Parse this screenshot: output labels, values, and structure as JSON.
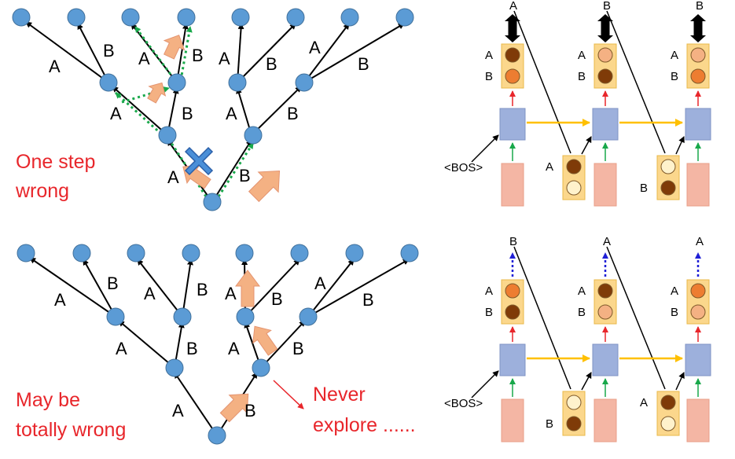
{
  "colors": {
    "node": "#5b9bd5",
    "node_stroke": "#41719c",
    "green_path": "#18a84a",
    "salmon_arrow": "#f4b183",
    "salmon_arrow_stroke": "#e49470",
    "red": "#e8262b",
    "yellow_box": "#fbd78c",
    "dark_prob": "#7f3b08",
    "orange_prob": "#ed7d31",
    "light_prob": "#f4b183",
    "pale_prob": "#fff2cc",
    "rnn_cell": "#9db0dc",
    "input_box": "#f4b6a4",
    "yellow_arrow": "#ffc000",
    "blue_dotted": "#1f1fd6"
  },
  "top_tree": {
    "annotation_lines": [
      "One step",
      "wrong"
    ],
    "cross_icon": "x-mark-icon"
  },
  "bottom_tree": {
    "annotation_lines": [
      "May be",
      "totally wrong"
    ],
    "never_explore": [
      "Never",
      "explore ......"
    ]
  },
  "edge_labels": {
    "a": "A",
    "b": "B"
  },
  "bos": "<BOS>",
  "top_rnn": {
    "output_tokens": [
      "A",
      "B",
      "B"
    ],
    "input_tokens": [
      "A",
      "B"
    ],
    "step_probs": [
      {
        "A": "dark",
        "B": "orange"
      },
      {
        "A": "light",
        "B": "dark"
      },
      {
        "A": "light",
        "B": "orange"
      }
    ],
    "input_probs": [
      {
        "top": "dark",
        "bottom": "pale"
      },
      {
        "top": "pale",
        "bottom": "dark"
      }
    ]
  },
  "bottom_rnn": {
    "output_tokens": [
      "B",
      "A",
      "A"
    ],
    "input_tokens": [
      "B",
      "A"
    ],
    "step_probs": [
      {
        "A": "orange",
        "B": "dark"
      },
      {
        "A": "dark",
        "B": "light"
      },
      {
        "A": "orange",
        "B": "light"
      }
    ],
    "input_probs": [
      {
        "top": "pale",
        "bottom": "dark"
      },
      {
        "top": "dark",
        "bottom": "pale"
      }
    ]
  }
}
